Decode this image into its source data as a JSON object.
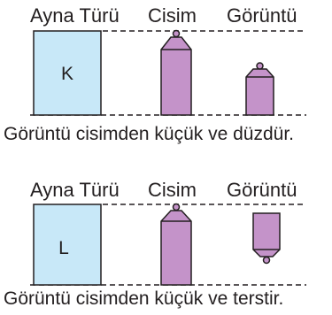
{
  "colors": {
    "mirror_fill": "#c8e8f8",
    "object_fill": "#c493c9",
    "line": "#231f20"
  },
  "panels": [
    {
      "headers": {
        "mirror_type": "Ayna Türü",
        "object": "Cisim",
        "image": "Görüntü"
      },
      "mirror_letter": "K",
      "caption": "Görüntü cisimden küçük ve düzdür."
    },
    {
      "headers": {
        "mirror_type": "Ayna Türü",
        "object": "Cisim",
        "image": "Görüntü"
      },
      "mirror_letter": "L",
      "caption": "Görüntü cisimden küçük ve terstir."
    }
  ]
}
